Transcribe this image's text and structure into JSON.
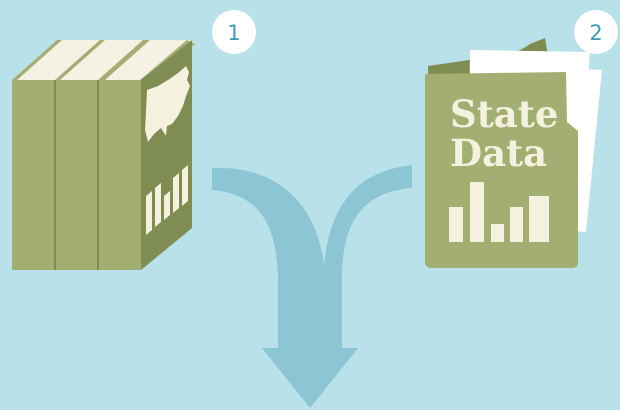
{
  "badges": {
    "first": "1",
    "second": "2"
  },
  "folder": {
    "title_line1": "State",
    "title_line2": "Data"
  },
  "icons": {
    "books": "binders-with-us-map-icon",
    "folder": "state-data-folder-icon",
    "arrow": "merge-arrow-icon"
  },
  "colors": {
    "background": "#b9e1e9",
    "book_green": "#a3ae72",
    "book_dark": "#7f8c52",
    "cream": "#f4f1de",
    "arrow": "#8cc5d4",
    "badge_text": "#3a9bb2"
  }
}
